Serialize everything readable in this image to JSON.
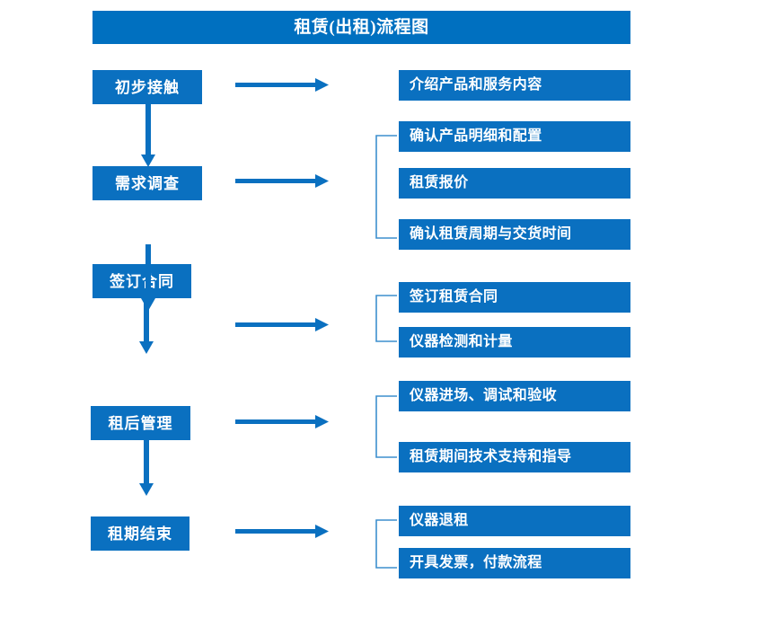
{
  "diagram": {
    "title": "租赁(出租)流程图",
    "accent_color": "#0070c0",
    "box_color": "#0a70c0",
    "bracket_color": "#3d8fce",
    "text_color": "#ffffff",
    "background_color": "#ffffff"
  },
  "stages": [
    {
      "id": "stage-1",
      "label": "初步接触"
    },
    {
      "id": "stage-2",
      "label": "需求调查"
    },
    {
      "id": "stage-3",
      "label": "签订合同"
    },
    {
      "id": "stage-4",
      "label": "租后管理"
    },
    {
      "id": "stage-5",
      "label": "租期结束"
    }
  ],
  "details": [
    {
      "id": "detail-1",
      "label": "介绍产品和服务内容",
      "group": 1
    },
    {
      "id": "detail-2",
      "label": "确认产品明细和配置",
      "group": 2
    },
    {
      "id": "detail-3",
      "label": "租赁报价",
      "group": 2
    },
    {
      "id": "detail-4",
      "label": "确认租赁周期与交货时间",
      "group": 2
    },
    {
      "id": "detail-5",
      "label": "签订租赁合同",
      "group": 3
    },
    {
      "id": "detail-6",
      "label": "仪器检测和计量",
      "group": 3
    },
    {
      "id": "detail-7",
      "label": "仪器进场、调试和验收",
      "group": 4
    },
    {
      "id": "detail-8",
      "label": "租赁期间技术支持和指导",
      "group": 4
    },
    {
      "id": "detail-9",
      "label": "仪器退租",
      "group": 5
    },
    {
      "id": "detail-10",
      "label": "开具发票，付款流程",
      "group": 5
    }
  ],
  "connectors": {
    "stage_flow_arrows": 4,
    "stage_to_detail_arrows": 5,
    "group_brackets": 4
  }
}
